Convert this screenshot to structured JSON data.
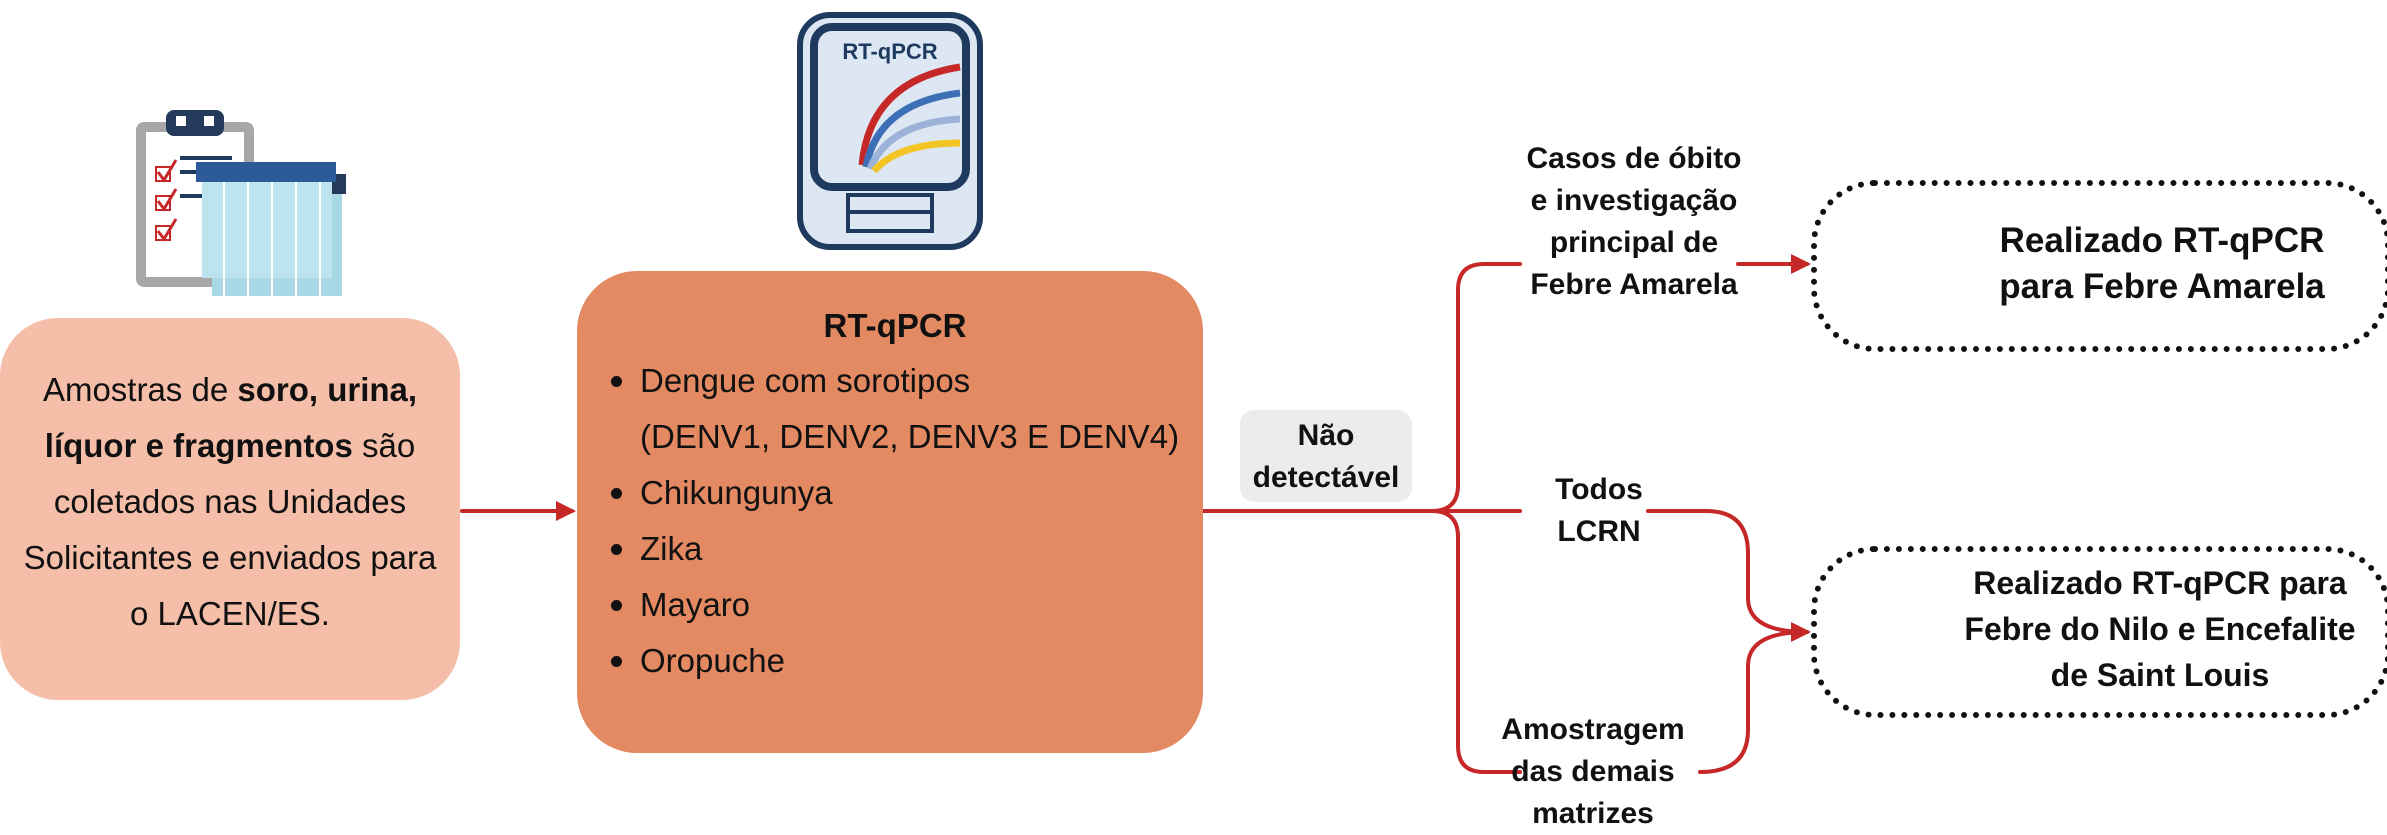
{
  "instrument_label": "RT-qPCR",
  "sample_box": {
    "text_1": "Amostras de ",
    "text_bold_1": "soro, urina, líquor e fragmentos",
    "text_2": " são coletados nas Unidades Solicitantes e enviados para o LACEN/ES."
  },
  "pcr_box": {
    "title": "RT-qPCR",
    "items": [
      {
        "line1": "Dengue com sorotipos",
        "line2": "(DENV1, DENV2, DENV3 E DENV4)"
      },
      {
        "line1": "Chikungunya"
      },
      {
        "line1": "Zika"
      },
      {
        "line1": "Mayaro"
      },
      {
        "line1": "Oropuche"
      }
    ]
  },
  "not_detected": "Não detectável",
  "branches": {
    "top_label": "Casos de óbito e investigação principal de Febre Amarela",
    "middle_label": "Todos LCRN",
    "bottom_label": "Amostragem das demais matrizes"
  },
  "results": {
    "yellow_fever": "Realizado RT-qPCR para Febre Amarela",
    "nile_slev": "Realizado RT-qPCR para Febre do Nilo e Encefalite de Saint Louis"
  },
  "colors": {
    "arrow": "#c62828",
    "sample_box": "#f4bea8",
    "pcr_box": "#e48a63",
    "instrument_frame": "#1f3a5f",
    "instrument_screen": "#dde7f3"
  }
}
